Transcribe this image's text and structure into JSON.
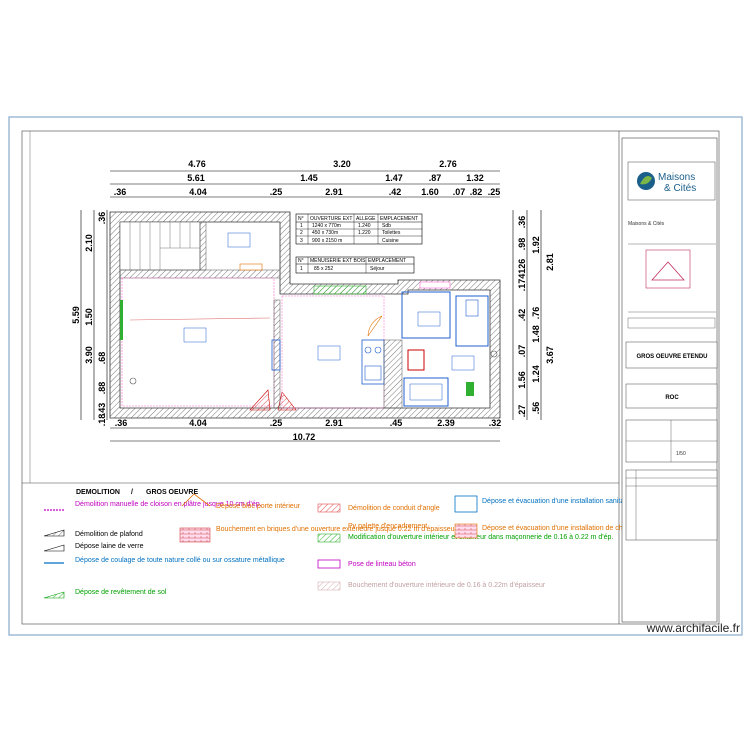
{
  "dims_top_row1": [
    "4.76",
    "3.20",
    "2.76"
  ],
  "dims_top_row2": [
    "5.61",
    "1.45",
    "1.47",
    ".87",
    "1.32"
  ],
  "dims_top_row3": [
    ".36",
    "4.04",
    ".25",
    "2.91",
    ".42",
    "1.60",
    ".07",
    ".82",
    ".25"
  ],
  "dims_bottom_row1": [
    ".36",
    "4.04",
    ".25",
    "2.91",
    ".45",
    "2.39",
    ".32"
  ],
  "dims_bottom_total": "10.72",
  "dims_left_outer": [
    "5.59"
  ],
  "dims_left_mid": [
    "2.10",
    "1.50",
    "3.90"
  ],
  "dims_left_inner": [
    ".36",
    ".68",
    ".88",
    ".43",
    ".18"
  ],
  "dims_right_outer": [
    "2.81",
    "3.67"
  ],
  "dims_right_mid": [
    "1.92",
    "1.48",
    "1.24"
  ],
  "dims_right_inner": [
    ".36",
    ".98",
    ".174126",
    ".42",
    ".76",
    ".07",
    "1.56",
    ".56",
    ".27"
  ],
  "opening_table": {
    "headers": [
      "N°",
      "OUVERTURE EXT",
      "ALLEGE",
      "EMPLACEMENT"
    ],
    "rows": [
      [
        "1",
        "1240 x 770m",
        "1.240",
        "Sdb"
      ],
      [
        "2",
        "450 x 730m",
        "1.220",
        "Toilettes"
      ],
      [
        "3",
        "900 x 2150 m",
        "",
        "Cuisine"
      ]
    ]
  },
  "joinery_table": {
    "headers": [
      "N°",
      "MENUISERIE EXT BOIS",
      "EMPLACEMENT"
    ],
    "rows": [
      [
        "1",
        "85 x 252",
        "Séjour"
      ]
    ]
  },
  "legend": {
    "title_demolition": "DEMOLITION",
    "title_sep": "/",
    "title_gros_oeuvre": "GROS OEUVRE",
    "items": [
      {
        "text": "Démolition manuelle de cloison en plâtre jusque 10 cm d'ép.",
        "color": "#c000c0"
      },
      {
        "text": "Démolition de plafond",
        "color": "#000000"
      },
      {
        "text": "Dépose laine de verre",
        "color": "#000000"
      },
      {
        "text": "Dépose de coulage de toute nature collé ou sur ossature métallique",
        "color": "#0070c0"
      },
      {
        "text": "Dépose de revêtement de sol",
        "color": "#00a000"
      },
      {
        "text": "Dépose bloc porte intérieur",
        "color": "#e07000"
      },
      {
        "text": "Bouchement en briques d'une ouverture extérieure jusque 0.22 m d'épaisseur",
        "color": "#e07000"
      },
      {
        "text": "Démolition de conduit d'angle",
        "color": "#e07000"
      },
      {
        "text": "Pv palette d'encadrement",
        "color": "#e07000"
      },
      {
        "text": "Modification d'ouverture intérieur et extérieur dans maçonnerie de 0.16 à 0.22 m d'ép.",
        "color": "#00a000"
      },
      {
        "text": "Pose de linteau béton",
        "color": "#c000c0"
      },
      {
        "text": "Bouchement d'ouverture intérieure de 0.16 à 0.22m d'épaisseur",
        "color": "#c0a0a0"
      },
      {
        "text": "Dépose et évacuation d'une installation sanitaire tous type",
        "color": "#0070c0"
      },
      {
        "text": "Dépose et évacuation d'une installation de chauffage central complète",
        "color": "#e07000"
      }
    ]
  },
  "title_block": {
    "brand_line1": "Maisons",
    "brand_line2": "& Cités",
    "project": "GROS OEUVRE ETENDU",
    "code": "ROC",
    "scale": "1/50",
    "owner_label": "Maisons & Cités"
  },
  "colors": {
    "frame": "#88aacc",
    "brand_blue": "#1a5e8a",
    "brand_green": "#7ab648",
    "wall_hatch": "#888888",
    "pink": "#ff66cc",
    "blue": "#1f5fd0"
  },
  "watermark": "www.archifacile.fr"
}
